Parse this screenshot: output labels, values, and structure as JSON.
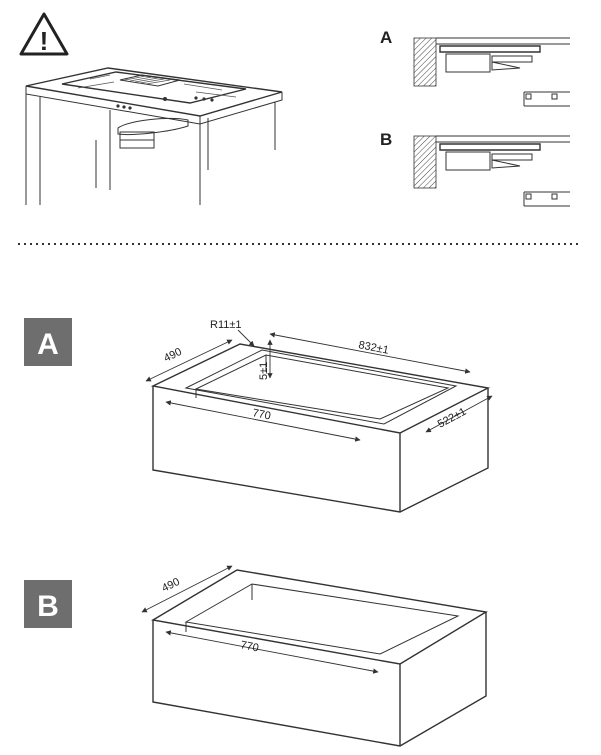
{
  "warning": {
    "icon": "warning-triangle-icon",
    "symbol": "!"
  },
  "top_details": [
    {
      "label": "A"
    },
    {
      "label": "B"
    }
  ],
  "cutouts": [
    {
      "badge": "A",
      "dims": {
        "depth": "490",
        "width": "770",
        "outer_width": "832±1",
        "outer_depth": "522±1",
        "radius": "R11±1",
        "rebate": "5±1"
      }
    },
    {
      "badge": "B",
      "dims": {
        "depth": "490",
        "width": "770"
      }
    }
  ],
  "colors": {
    "badge_bg": "#6e6e6e",
    "line": "#333333"
  }
}
